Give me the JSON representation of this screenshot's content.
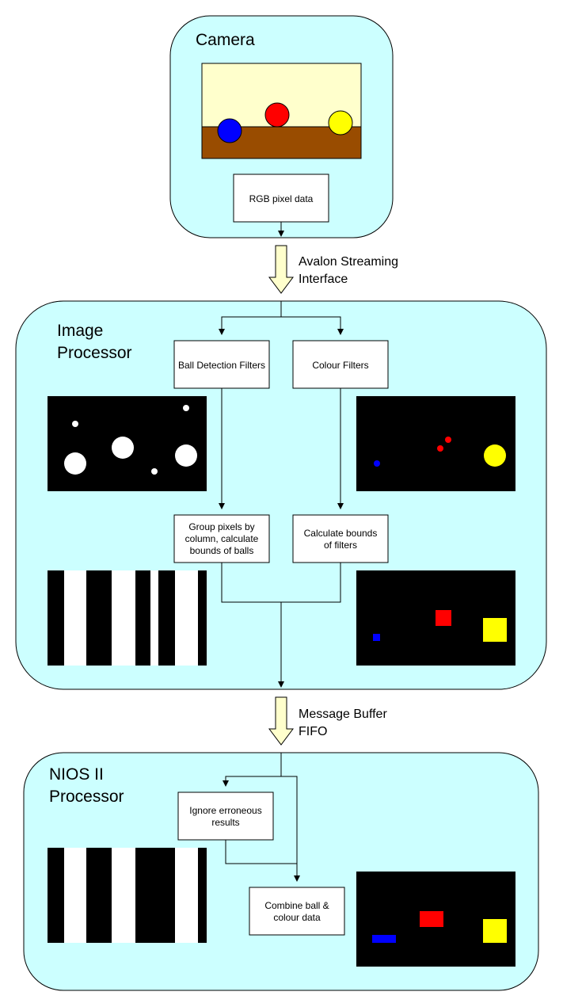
{
  "colors": {
    "container_fill": "#ccffff",
    "box_fill": "#ffffff",
    "scene_sky": "#ffffcc",
    "scene_floor": "#994c00",
    "ball_blue": "#0000ff",
    "ball_red": "#ff0000",
    "ball_yellow": "#ffff00",
    "block_arrow_fill": "#ffffcc"
  },
  "camera": {
    "title": "Camera",
    "rgb_box": "RGB pixel data"
  },
  "interfaces": {
    "avalon_line1": "Avalon Streaming",
    "avalon_line2": "Interface",
    "fifo_line1": "Message Buffer",
    "fifo_line2": "FIFO"
  },
  "image_processor": {
    "title_line1": "Image",
    "title_line2": "Processor",
    "ball_filters": "Ball Detection Filters",
    "colour_filters": "Colour Filters",
    "group_line1": "Group pixels by",
    "group_line2": "column, calculate",
    "group_line3": "bounds of balls",
    "bounds_line1": "Calculate bounds",
    "bounds_line2": "of filters"
  },
  "nios": {
    "title_line1": "NIOS II",
    "title_line2": "Processor",
    "ignore_line1": "Ignore erroneous",
    "ignore_line2": "results",
    "combine_line1": "Combine ball &",
    "combine_line2": "colour data"
  }
}
